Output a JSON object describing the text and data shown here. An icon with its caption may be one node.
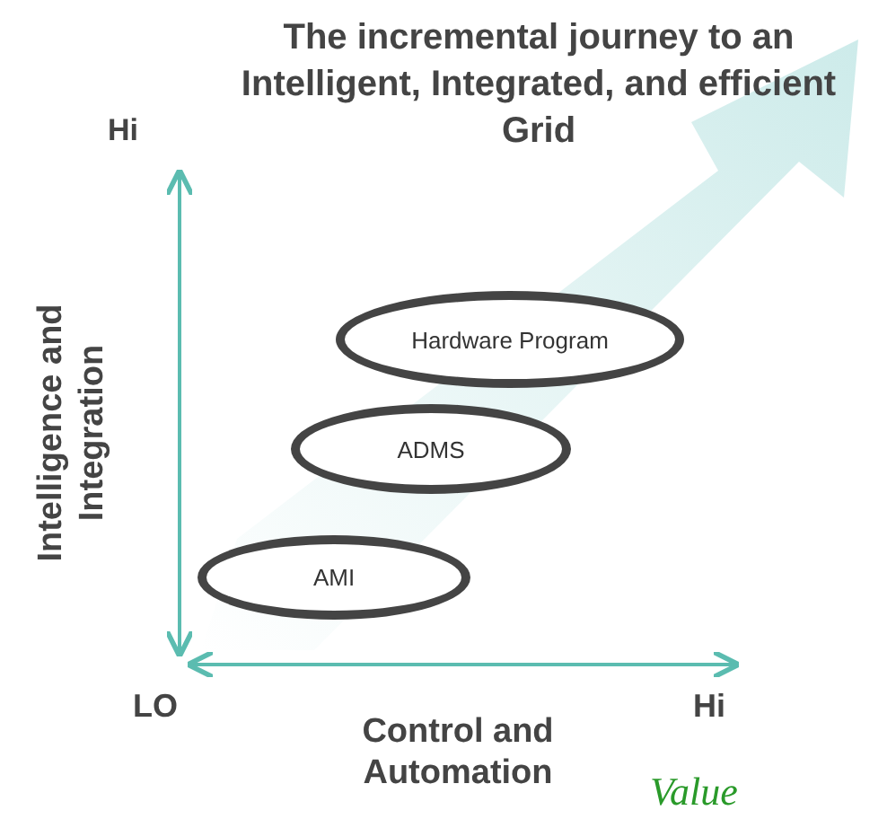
{
  "diagram": {
    "title": "The incremental journey to an Intelligent, Integrated, and efficient Grid",
    "nodes": [
      {
        "text": [
          "Hardware Program"
        ]
      },
      {
        "text": [
          "ADMS"
        ]
      },
      {
        "text": [
          "AMI"
        ]
      }
    ],
    "edges": [],
    "labels": [
      "Hi",
      "Intelligence and Integration",
      "LO",
      "Hi",
      "Control and Automation",
      "Value"
    ]
  }
}
